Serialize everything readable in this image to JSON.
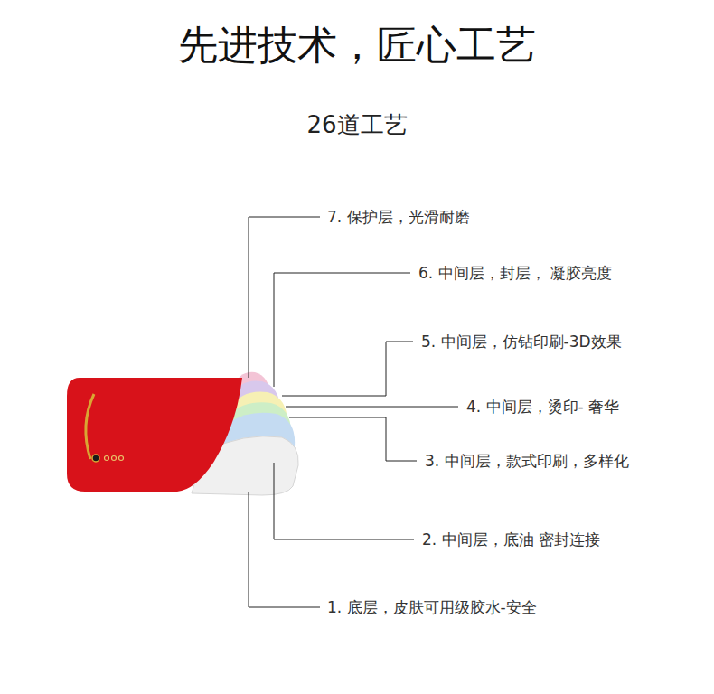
{
  "diagram": {
    "title": "先进技术，匠心工艺",
    "labels": [
      "26道工艺",
      "7. 保护层，光滑耐磨",
      "6. 中间层，封层， 凝胶亮度",
      "5. 中间层，仿钻印刷-3D效果",
      "4. 中间层，烫印- 奢华",
      "3. 中间层，款式印刷，多样化",
      "2. 中间层，底油 密封连接",
      "1. 底层，皮肤可用级胶水-安全"
    ]
  }
}
